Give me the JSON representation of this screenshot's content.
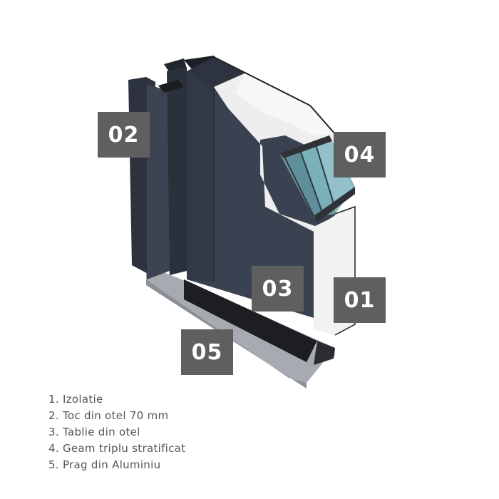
{
  "badges": {
    "b01": "01",
    "b02": "02",
    "b03": "03",
    "b04": "04",
    "b05": "05"
  },
  "legend": [
    "1. Izolatie",
    "2. Toc din otel 70 mm",
    "3. Tablie din otel",
    "4. Geam triplu stratificat",
    "5. Prag din Aluminiu"
  ],
  "colors": {
    "badge_bg": "#5f5f5f",
    "badge_text": "#ffffff",
    "steel_panel": "#3a4150",
    "insulation": "#f2f2f2",
    "glass": "#6fa2ad",
    "threshold": "#9a9ea5",
    "legend_text": "#555555"
  }
}
